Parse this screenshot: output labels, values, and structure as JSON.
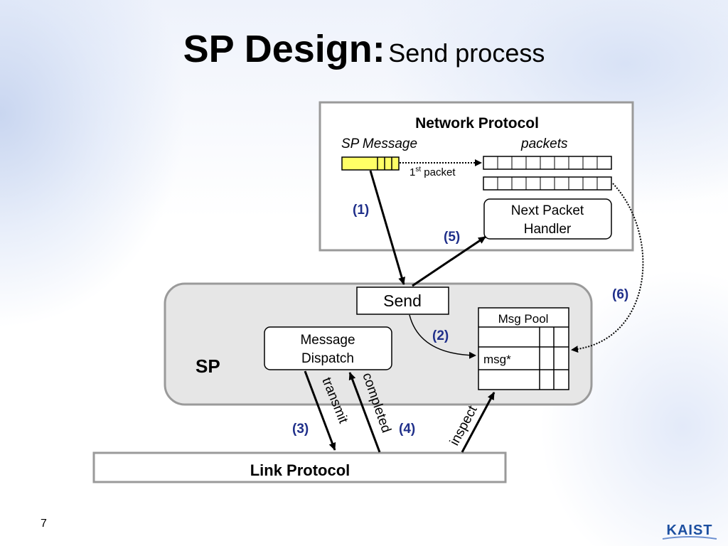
{
  "slide": {
    "title_main": "SP Design:",
    "title_sub": "Send process",
    "page_number": "7",
    "logo_text": "KAIST"
  },
  "diagram": {
    "network_protocol": {
      "title": "Network Protocol",
      "sp_message_label": "SP Message",
      "packets_label": "packets",
      "first_packet_label_sup": "st",
      "first_packet_label_num": "1",
      "first_packet_label_rest": " packet",
      "next_packet_handler": [
        "Next Packet",
        "Handler"
      ]
    },
    "sp": {
      "label": "SP",
      "send": "Send",
      "message_dispatch": [
        "Message",
        "Dispatch"
      ],
      "msg_pool_title": "Msg Pool",
      "msg_pool_entry": "msg*"
    },
    "link_protocol": {
      "label": "Link Protocol"
    },
    "steps": {
      "s1": "(1)",
      "s2": "(2)",
      "s3": "(3)",
      "s4": "(4)",
      "s5": "(5)",
      "s6": "(6)"
    },
    "arrow_labels": {
      "transmit": "transmit",
      "completed": "completed",
      "inspect": "inspect"
    },
    "colors": {
      "step_label": "#1f2f8a",
      "sp_message_fill": "#ffff66",
      "sp_box_fill": "#e6e6e6"
    }
  }
}
